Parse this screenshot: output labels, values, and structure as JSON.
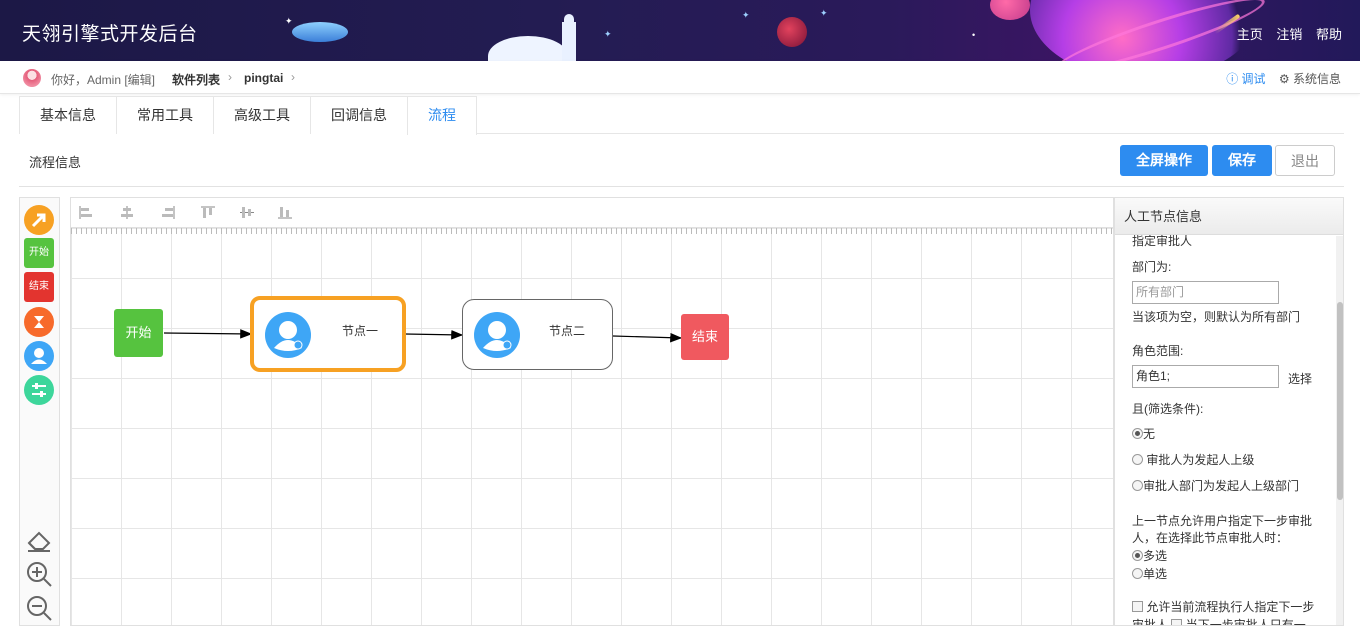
{
  "header": {
    "brand": "天翎引擎式开发后台",
    "links": [
      "主页",
      "注销",
      "帮助"
    ]
  },
  "breadcrumb": {
    "greeting": "你好，Admin [编辑]",
    "items": [
      "软件列表",
      "pingtai"
    ],
    "debug": "ⓘ 调试",
    "sysinfo": "⚙ 系统信息"
  },
  "tabs": [
    "基本信息",
    "常用工具",
    "高级工具",
    "回调信息",
    "流程"
  ],
  "active_tab": "流程",
  "section": {
    "title": "流程信息",
    "fullscreen": "全屏操作",
    "save": "保存",
    "exit": "退出"
  },
  "toolbox": {
    "items": [
      {
        "name": "arrow-icon",
        "color": "#f7a123",
        "label": ""
      },
      {
        "name": "start-tool",
        "color": "#56c33f",
        "label": "开始"
      },
      {
        "name": "end-tool",
        "color": "#e3342f",
        "label": "结束"
      },
      {
        "name": "auto-node-icon",
        "color": "#f76a2b",
        "label": ""
      },
      {
        "name": "manual-node-icon",
        "color": "#3ea6f6",
        "label": ""
      },
      {
        "name": "subflow-icon",
        "color": "#3dd69b",
        "label": ""
      }
    ],
    "bottom": [
      "eraser-icon",
      "zoom-in-icon",
      "zoom-out-icon"
    ]
  },
  "flow": {
    "start": "开始",
    "node1": "节点一",
    "node2": "节点二",
    "end": "结束"
  },
  "panel": {
    "title": "人工节点信息",
    "cut_label": "指定审批人",
    "dept_label": "部门为:",
    "dept_placeholder": "所有部门",
    "dept_hint": "当该项为空，则默认为所有部门",
    "role_label": "角色范围:",
    "role_value": "角色1;",
    "role_select": "选择",
    "filter_label": "且(筛选条件):",
    "filter_options": [
      "无",
      "审批人为发起人上级",
      "审批人部门为发起人上级部门"
    ],
    "filter_selected": 0,
    "next_label_1": "上一节点允许用户指定下一步审批",
    "next_label_2": "人，在选择此节点审批人时：",
    "next_options": [
      "多选",
      "单选"
    ],
    "next_selected": 0,
    "allow_label_1": "允许当前流程执行人指定下一步",
    "allow_label_2": "审批人",
    "allow_label_3": "当下一步审批人只有一"
  }
}
